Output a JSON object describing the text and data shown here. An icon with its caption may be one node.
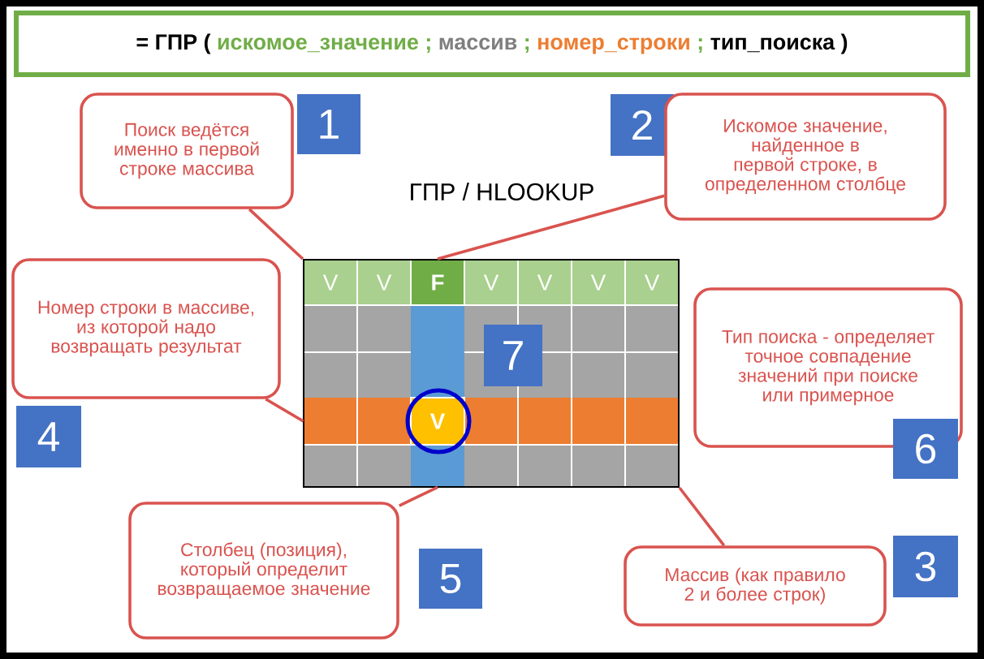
{
  "diagram": {
    "title": "ГПР / HLOOKUP",
    "nodes": [
      {
        "text": [
          "= ГПР (",
          "искомое_значение",
          ";",
          "массив",
          ";",
          "номер_строки",
          ";",
          "тип_поиска )"
        ]
      },
      {
        "text": [
          "1"
        ]
      },
      {
        "text": [
          "Поиск ведётся именно в первой строке массива"
        ]
      },
      {
        "text": [
          "2"
        ]
      },
      {
        "text": [
          "Искомое значение, найденное в первой строке, в определенном столбце"
        ]
      },
      {
        "text": [
          "Номер строки в массиве, из которой надо возвращать результат"
        ]
      },
      {
        "text": [
          "Тип поиска - определяет точное совпадение значений при поиске или примерное"
        ]
      },
      {
        "text": [
          "4"
        ]
      },
      {
        "text": [
          "6"
        ]
      },
      {
        "text": [
          "Столбец (позиция), который определит возвращаемое значение"
        ]
      },
      {
        "text": [
          "5"
        ]
      },
      {
        "text": [
          "Массив (как правило 2 и более строк)"
        ]
      },
      {
        "text": [
          "3"
        ]
      },
      {
        "text": [],
        "shape": "box"
      },
      {
        "text": [
          "V"
        ],
        "in": 13
      },
      {
        "text": [
          "V"
        ],
        "in": 13
      },
      {
        "text": [
          "F"
        ],
        "in": 13
      },
      {
        "text": [
          "V"
        ],
        "in": 13
      },
      {
        "text": [
          "V"
        ],
        "in": 13
      },
      {
        "text": [
          "V"
        ],
        "in": 13
      },
      {
        "text": [
          "V"
        ],
        "in": 13
      },
      {
        "text": [
          "7"
        ],
        "in": 13
      },
      {
        "text": [],
        "shape": "bar",
        "in": 13
      },
      {
        "text": [],
        "shape": "bar",
        "in": 13
      },
      {
        "text": [
          "V"
        ]
      }
    ],
    "edges": [
      {
        "from": 2,
        "to": 14,
        "arrow": "none"
      },
      {
        "from": 4,
        "to": 16,
        "arrow": "none"
      },
      {
        "from": 5,
        "to": 22,
        "arrow": "none"
      },
      {
        "from": 9,
        "to": 23,
        "arrow": "none"
      },
      {
        "from": 11,
        "to": 13,
        "arrow": "none"
      }
    ]
  }
}
